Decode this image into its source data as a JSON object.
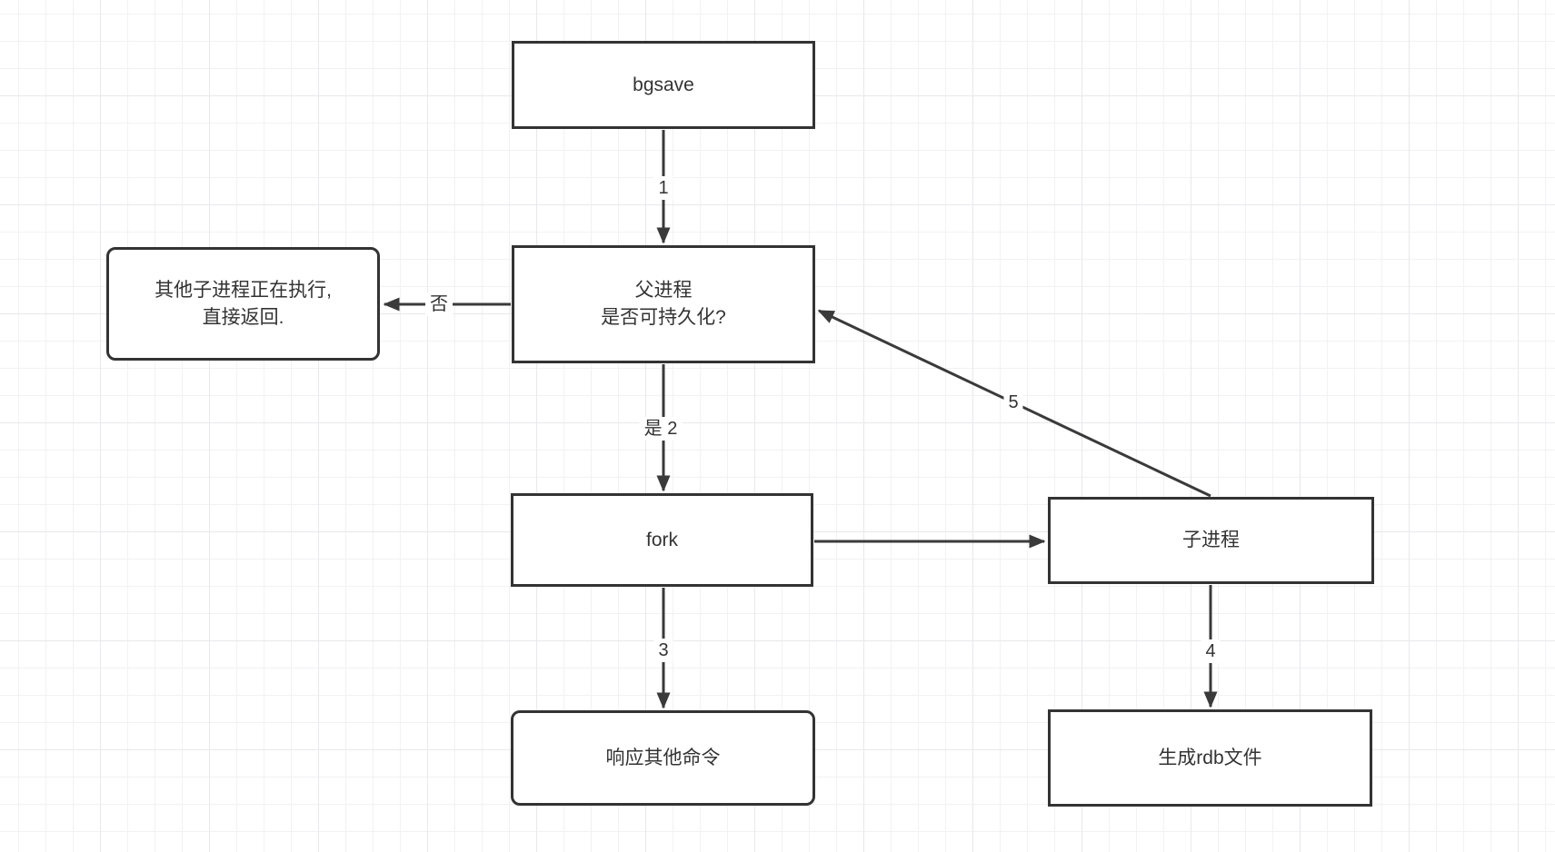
{
  "diagram": {
    "nodes": [
      {
        "id": "bgsave",
        "label": "bgsave"
      },
      {
        "id": "parent-process",
        "lines": [
          "父进程",
          "是否可持久化?"
        ]
      },
      {
        "id": "other-child-running",
        "lines": [
          "其他子进程正在执行,",
          "直接返回."
        ]
      },
      {
        "id": "fork",
        "label": "fork"
      },
      {
        "id": "child-process",
        "label": "子进程"
      },
      {
        "id": "respond-other-commands",
        "label": "响应其他命令"
      },
      {
        "id": "generate-rdb",
        "label": "生成rdb文件"
      }
    ],
    "edges": [
      {
        "from": "bgsave",
        "to": "parent-process",
        "label": "1"
      },
      {
        "from": "parent-process",
        "to": "other-child-running",
        "label": "否"
      },
      {
        "from": "parent-process",
        "to": "fork",
        "label": "是 2"
      },
      {
        "from": "fork",
        "to": "child-process",
        "label": ""
      },
      {
        "from": "fork",
        "to": "respond-other-commands",
        "label": "3"
      },
      {
        "from": "child-process",
        "to": "generate-rdb",
        "label": "4"
      },
      {
        "from": "child-process",
        "to": "parent-process",
        "label": "5"
      }
    ],
    "colors": {
      "canvas": "#ffffff",
      "grid_minor": "#f2f2f6",
      "grid_major": "#e8e8ee",
      "node_fill": "#ffffff",
      "stroke": "#333333",
      "text": "#333333"
    }
  }
}
